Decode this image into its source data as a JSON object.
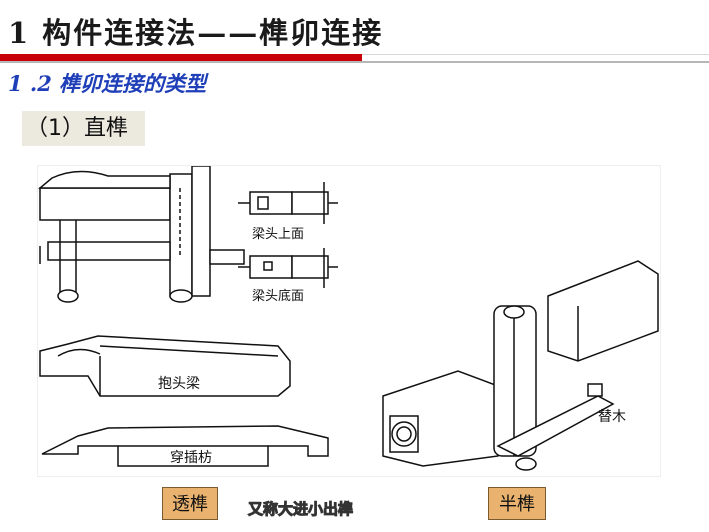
{
  "slide": {
    "title": "1  构件连接法——榫卯连接",
    "subtitle": "1 .2  榫卯连接的类型",
    "section_label": "（1）直榫",
    "figure_labels": {
      "beam_top": "梁头上面",
      "beam_bottom": "梁头底面",
      "baotou": "抱头梁",
      "chuancha": "穿插枋",
      "timu": "替木"
    },
    "buttons": {
      "tou": "透榫",
      "ban": "半榫"
    },
    "note": "又称大进小出榫"
  },
  "colors": {
    "accent_red": "#c8000a",
    "subtitle_blue": "#1f3fb8",
    "button_bg": "#e9b26f"
  }
}
